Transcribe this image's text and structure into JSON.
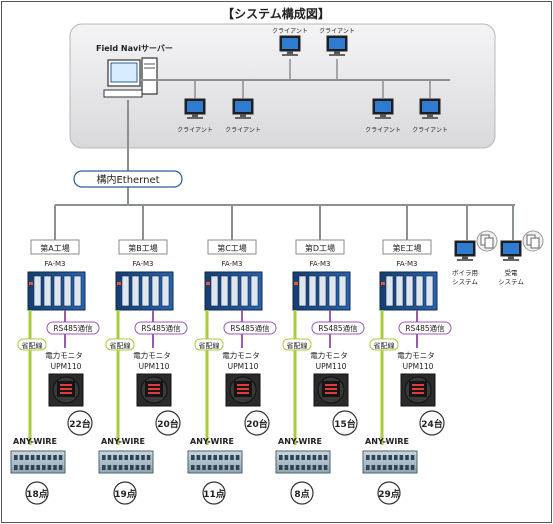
{
  "title": "【システム構成図】",
  "server_label": "Field Naviサーバー",
  "client_label": "クライアント",
  "network_label": "構内Ethernet",
  "module_label": "FA-M3",
  "rs485_label": "RS485通信",
  "wiring_label": "省配線",
  "meter_label_line1": "電力モニタ",
  "meter_label_line2": "UPM110",
  "anywire_label": "ANY-WIRE",
  "factories": [
    {
      "name": "第A工場",
      "meters": "22台",
      "points": "18点"
    },
    {
      "name": "第B工場",
      "meters": "20台",
      "points": "19点"
    },
    {
      "name": "第C工場",
      "meters": "20台",
      "points": "11点"
    },
    {
      "name": "第D工場",
      "meters": "15台",
      "points": "8点"
    },
    {
      "name": "第E工場",
      "meters": "24台",
      "points": "29点"
    }
  ],
  "extra_systems": [
    {
      "line1": "ボイラ用",
      "line2": "システム"
    },
    {
      "line1": "受電",
      "line2": "システム"
    }
  ],
  "colors": {
    "network_line": "#8a8f96",
    "rs485": "#9b59b6",
    "wiring": "#a8cc3c",
    "plc_body": "#1e4f8f",
    "panel_bg": "#e6e6e8"
  }
}
